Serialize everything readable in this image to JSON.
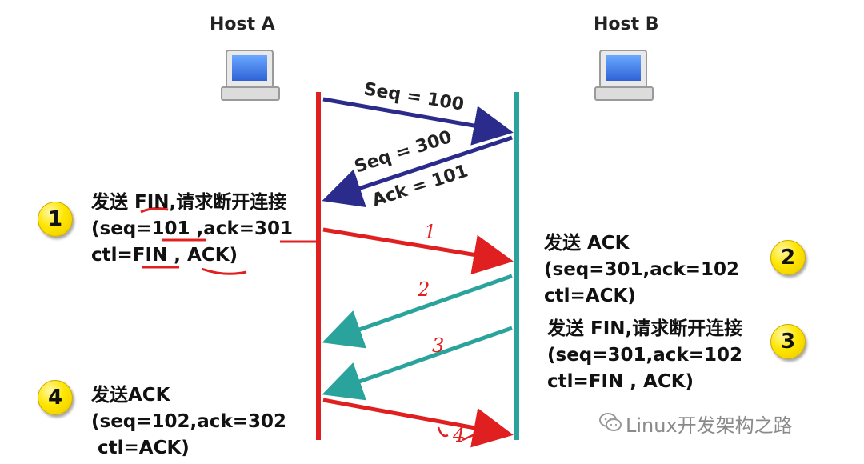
{
  "hosts": {
    "a_label": "Host A",
    "b_label": "Host B"
  },
  "messages": {
    "seq100": "Seq = 100",
    "seq300": "Seq = 300",
    "ack101": "Ack = 101"
  },
  "steps": [
    {
      "badge": "1",
      "lines": [
        "发送 FIN,请求断开连接",
        "(seq=101 ,ack=301",
        "ctl=FIN , ACK)"
      ]
    },
    {
      "badge": "2",
      "lines": [
        "发送 ACK",
        "(seq=301,ack=102",
        "ctl=ACK)"
      ]
    },
    {
      "badge": "3",
      "lines": [
        "发送 FIN,请求断开连接",
        "(seq=301,ack=102",
        "ctl=FIN , ACK)"
      ]
    },
    {
      "badge": "4",
      "lines": [
        "发送ACK",
        "(seq=102,ack=302",
        " ctl=ACK)"
      ]
    }
  ],
  "handwritten": [
    "1",
    "2",
    "3",
    "4"
  ],
  "watermark": "Linux开发架构之路",
  "colors": {
    "host_a_line": "#e02020",
    "host_b_line": "#2aa39c",
    "initial_arrows": "#2b2b8c",
    "fin_arrows": "#e02020",
    "reply_arrows": "#2aa39c",
    "badge": "#ffe600"
  },
  "icons": [
    "computer-icon",
    "computer-icon",
    "wechat-icon"
  ]
}
